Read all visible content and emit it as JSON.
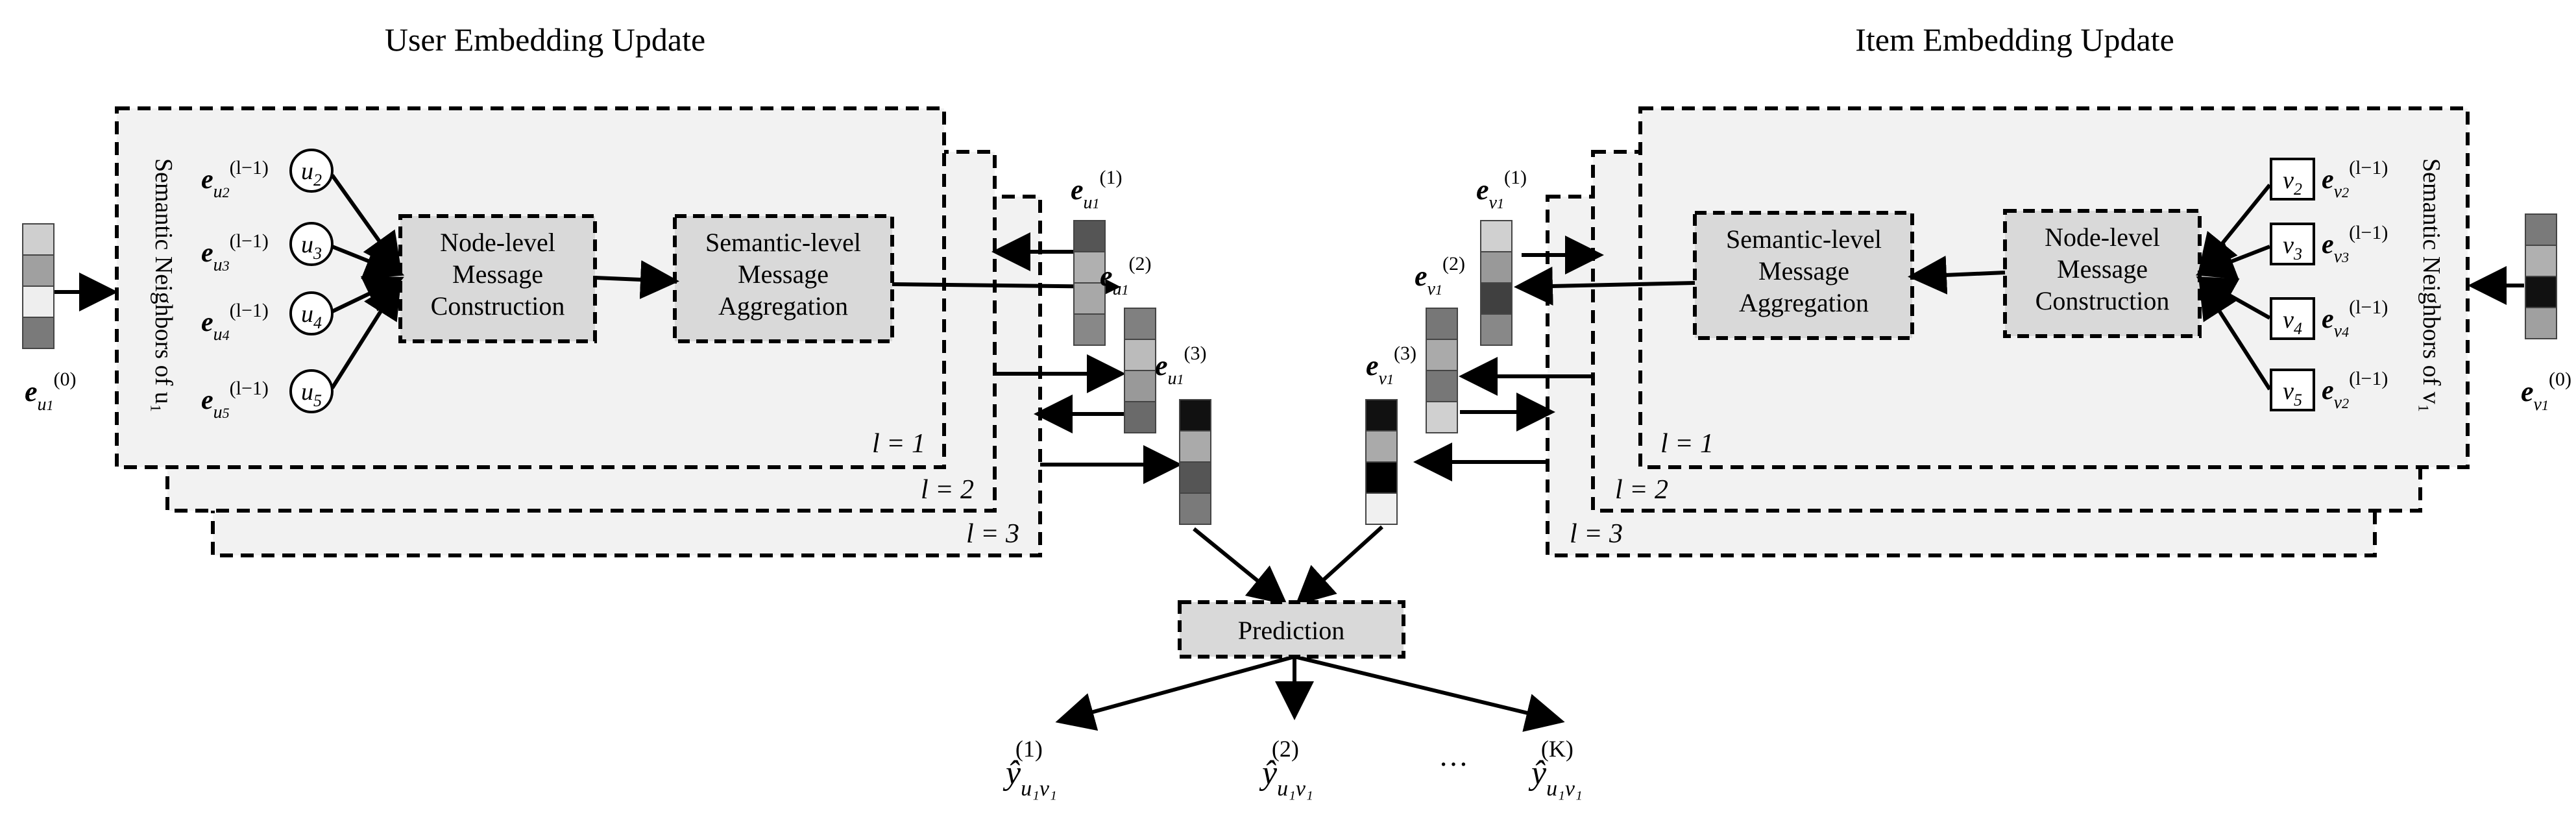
{
  "titles": {
    "user": "User Embedding Update",
    "item": "Item Embedding Update"
  },
  "user_side": {
    "vertical_label": "Semantic Neighbors of u₁",
    "neighbors": [
      {
        "emb": "e",
        "sub": "u",
        "subsub": "2",
        "sup": "(l−1)",
        "node": "u",
        "node_sub": "2"
      },
      {
        "emb": "e",
        "sub": "u",
        "subsub": "3",
        "sup": "(l−1)",
        "node": "u",
        "node_sub": "3"
      },
      {
        "emb": "e",
        "sub": "u",
        "subsub": "4",
        "sup": "(l−1)",
        "node": "u",
        "node_sub": "4"
      },
      {
        "emb": "e",
        "sub": "u",
        "subsub": "5",
        "sup": "(l−1)",
        "node": "u",
        "node_sub": "5"
      }
    ],
    "node_box": [
      "Node-level",
      "Message",
      "Construction"
    ],
    "semantic_box": [
      "Semantic-level",
      "Message",
      "Aggregation"
    ],
    "layers": [
      "l = 1",
      "l = 2",
      "l = 3"
    ],
    "input_label": {
      "emb": "e",
      "sub": "u",
      "subsub": "1",
      "sup": "(0)"
    },
    "input_colors": [
      "#cfcfcf",
      "#a0a0a0",
      "#eeeeee",
      "#7a7a7a"
    ],
    "outputs": [
      {
        "label": {
          "emb": "e",
          "sub": "u",
          "subsub": "1",
          "sup": "(1)"
        },
        "colors": [
          "#555555",
          "#b0b0b0",
          "#a8a8a8",
          "#888888"
        ]
      },
      {
        "label": {
          "emb": "e",
          "sub": "u",
          "subsub": "1",
          "sup": "(2)"
        },
        "colors": [
          "#808080",
          "#bbbbbb",
          "#999999",
          "#6a6a6a"
        ]
      },
      {
        "label": {
          "emb": "e",
          "sub": "u",
          "subsub": "1",
          "sup": "(3)"
        },
        "colors": [
          "#111111",
          "#aaaaaa",
          "#555555",
          "#7a7a7a"
        ]
      }
    ]
  },
  "item_side": {
    "vertical_label": "Semantic Neighbors of v₁",
    "neighbors": [
      {
        "emb": "e",
        "sub": "v",
        "subsub": "2",
        "sup": "(l−1)",
        "node": "v",
        "node_sub": "2"
      },
      {
        "emb": "e",
        "sub": "v",
        "subsub": "3",
        "sup": "(l−1)",
        "node": "v",
        "node_sub": "3"
      },
      {
        "emb": "e",
        "sub": "v",
        "subsub": "4",
        "sup": "(l−1)",
        "node": "v",
        "node_sub": "4"
      },
      {
        "emb": "e",
        "sub": "v",
        "subsub": "2",
        "sup": "(l−1)",
        "node": "v",
        "node_sub": "5"
      }
    ],
    "node_box": [
      "Node-level",
      "Message",
      "Construction"
    ],
    "semantic_box": [
      "Semantic-level",
      "Message",
      "Aggregation"
    ],
    "layers": [
      "l = 1",
      "l = 2",
      "l = 3"
    ],
    "input_label": {
      "emb": "e",
      "sub": "v",
      "subsub": "1",
      "sup": "(0)"
    },
    "input_colors": [
      "#7a7a7a",
      "#b0b0b0",
      "#111111",
      "#a0a0a0"
    ],
    "outputs": [
      {
        "label": {
          "emb": "e",
          "sub": "v",
          "subsub": "1",
          "sup": "(1)"
        },
        "colors": [
          "#d0d0d0",
          "#999999",
          "#404040",
          "#888888"
        ]
      },
      {
        "label": {
          "emb": "e",
          "sub": "v",
          "subsub": "1",
          "sup": "(2)"
        },
        "colors": [
          "#777777",
          "#aaaaaa",
          "#777777",
          "#d0d0d0"
        ]
      },
      {
        "label": {
          "emb": "e",
          "sub": "v",
          "subsub": "1",
          "sup": "(3)"
        },
        "colors": [
          "#111111",
          "#aaaaaa",
          "#000000",
          "#f0f0f0"
        ]
      }
    ]
  },
  "prediction": {
    "label": "Prediction",
    "outputs": [
      {
        "hat": "ŷ",
        "sub": "u₁v₁",
        "sup": "(1)"
      },
      {
        "hat": "ŷ",
        "sub": "u₁v₁",
        "sup": "(2)"
      },
      {
        "hat": "ŷ",
        "sub": "u₁v₁",
        "sup": "(K)"
      }
    ],
    "ellipsis": "…"
  }
}
